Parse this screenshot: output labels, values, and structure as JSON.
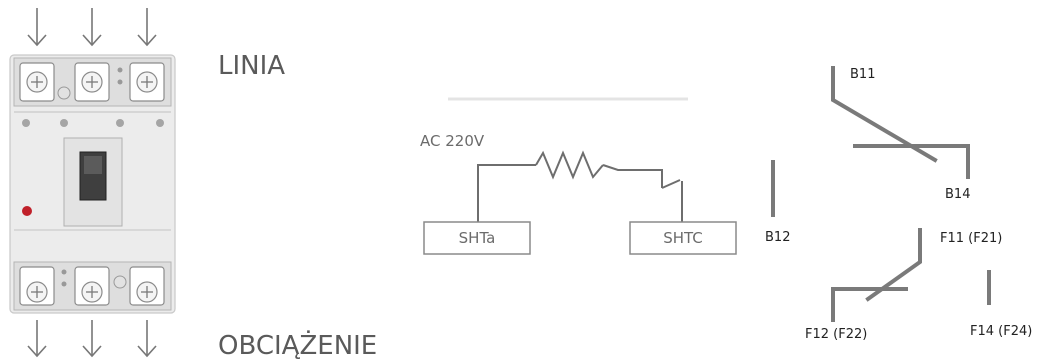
{
  "breaker": {
    "line_label": "LINIA",
    "load_label": "OBCIĄŻENIE"
  },
  "shunt_trip": {
    "voltage_label": "AC 220V",
    "terminal_a": "SHTa",
    "terminal_c": "SHTC"
  },
  "aux_contacts": {
    "b11": "B11",
    "b12": "B12",
    "b14": "B14",
    "f11": "F11 (F21)",
    "f12": "F12 (F22)",
    "f14": "F14 (F24)"
  },
  "colors": {
    "wire": "#8a8a8a",
    "contact": "#6e6e6e",
    "breaker_body": "#ebebeb",
    "indicator": "#c0202a"
  }
}
